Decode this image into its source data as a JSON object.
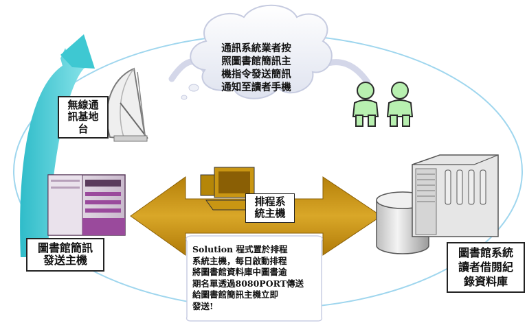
{
  "cloud": {
    "lines": [
      "通訊系統業者按",
      "照圖書館簡訊主",
      "機指令發送簡訊",
      "通知至讀者手機"
    ]
  },
  "base_station": {
    "lines": [
      "無線通",
      "訊基地",
      "台"
    ]
  },
  "sms_host": {
    "lines": [
      "圖書館簡訊",
      "發送主機"
    ]
  },
  "scheduler": {
    "lines": [
      "排程系",
      "統主機"
    ]
  },
  "library_db": {
    "lines": [
      "圖書館系統",
      "讀者借閱紀",
      "錄資料庫"
    ]
  },
  "solution": {
    "lines": [
      "Solution 程式置於排程",
      "系統主機，每日啟動排程",
      "將圖書館資料庫中圖書逾",
      "期名單透過8080PORT傳送",
      "給圖書館簡訊主機立即",
      "發送!"
    ]
  },
  "colors": {
    "ellipse": "#9fd6ee",
    "cyan_arrow": "#3ec8d2",
    "gold_arrow": "#c99613",
    "cloud_fill": "#eef0f7",
    "readers": "#b8f0b0",
    "server": "#dcdcdc",
    "host_purple": "#9a4a9c"
  },
  "icons": [
    "satellite-dish-icon",
    "reader-person-icon",
    "desktop-computer-icon",
    "database-cylinder-icon",
    "server-tower-icon",
    "host-machine-icon"
  ]
}
